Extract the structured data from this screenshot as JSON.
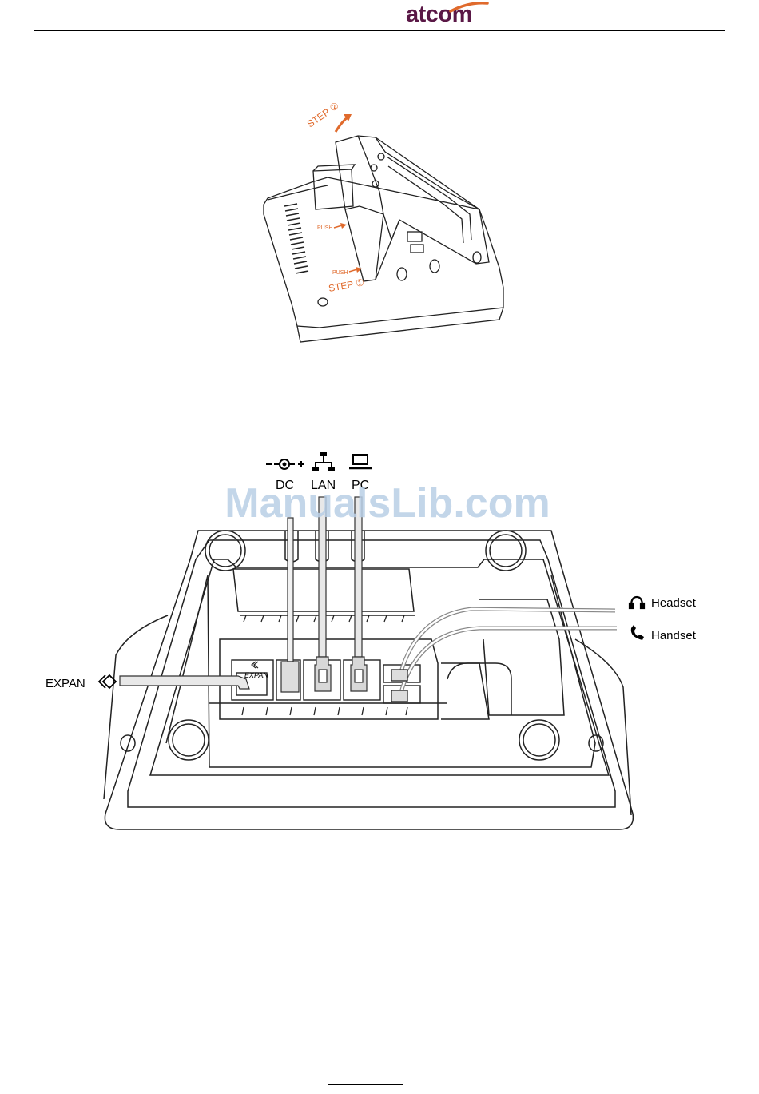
{
  "header": {
    "brand": "atcom",
    "brand_color": "#5a1846",
    "accent_color": "#e06a2c"
  },
  "figure_stand": {
    "step1_label": "STEP ①",
    "step2_label": "STEP ②",
    "push_label_upper": "PUSH",
    "push_label_lower": "PUSH",
    "annotation_color": "#e06a2c"
  },
  "figure_ports": {
    "dc_label": "DC",
    "lan_label": "LAN",
    "pc_label": "PC",
    "dc_polarity_minus": "−",
    "dc_polarity_plus": "+",
    "expan_label": "EXPAN",
    "expan_port_label": "EXPAN",
    "headset_label": "Headset",
    "handset_label": "Handset"
  },
  "watermark": {
    "text": "ManualsLib.com"
  },
  "icons": [
    "dc-power-icon",
    "network-icon",
    "laptop-icon",
    "headset-icon",
    "handset-icon",
    "expansion-icon"
  ]
}
